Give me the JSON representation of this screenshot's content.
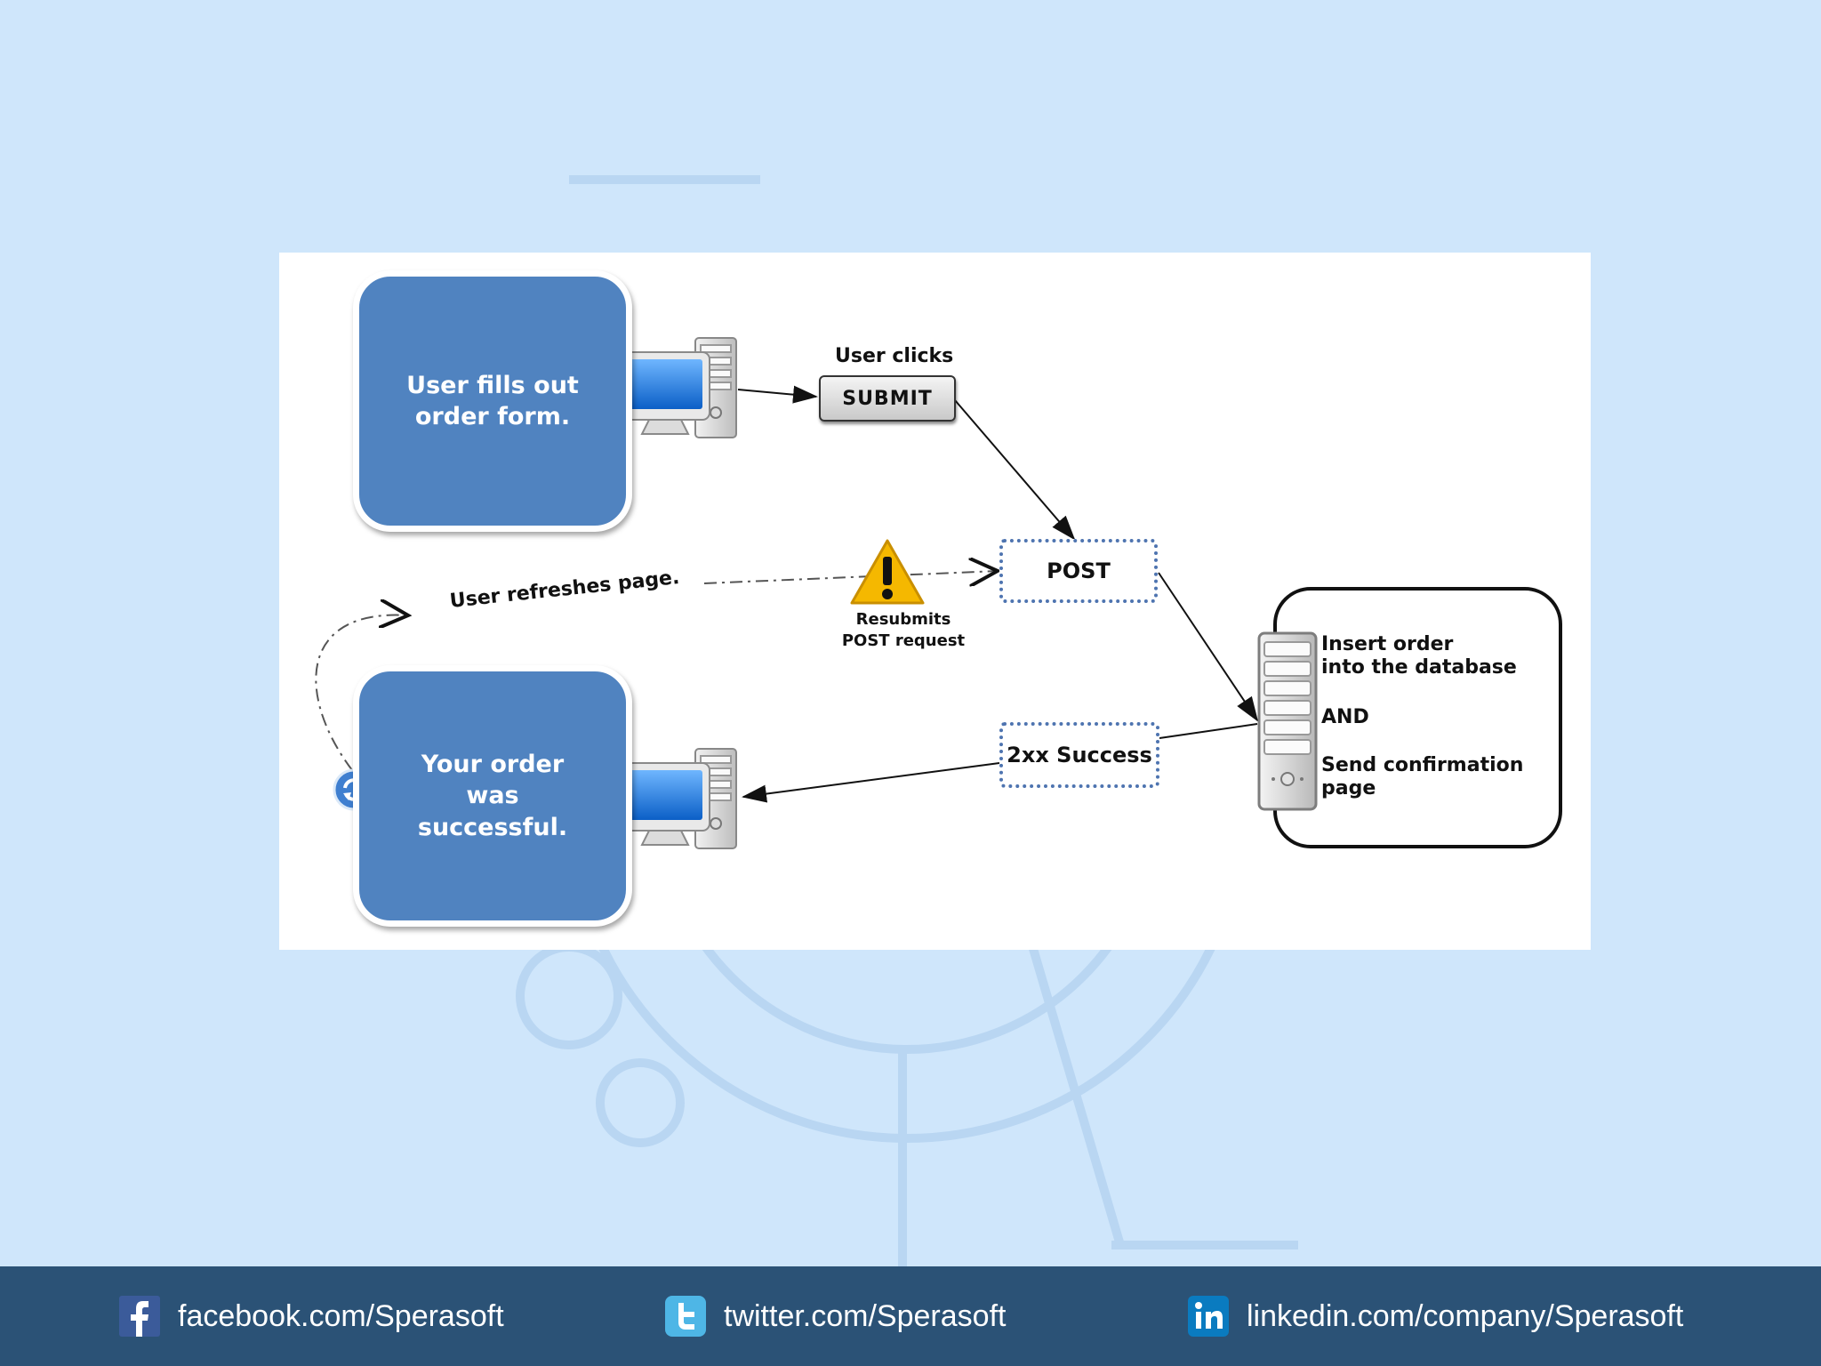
{
  "diagram": {
    "top_box": {
      "text": "User fills out order form."
    },
    "bottom_box": {
      "text": "Your order was successful."
    },
    "user_clicks": "User clicks",
    "submit_label": "SUBMIT",
    "post_label": "POST",
    "success_label": "2xx Success",
    "refresh_label": "User refreshes page.",
    "resubmit_line1": "Resubmits",
    "resubmit_line2": "POST request",
    "server_box": {
      "line1": "Insert order",
      "line2": "into the database",
      "and": "AND",
      "line3": "Send confirmation",
      "line4": "page"
    }
  },
  "footer": {
    "facebook": "facebook.com/Sperasoft",
    "twitter": "twitter.com/Sperasoft",
    "linkedin": "linkedin.com/company/Sperasoft"
  },
  "colors": {
    "background": "#cfe6fb",
    "box_blue": "#5083c0",
    "footer": "#2b5276",
    "dotted_border": "#4e74b0",
    "warning": "#f5b800"
  },
  "icons": [
    "computer-icon",
    "server-icon",
    "warning-icon",
    "refresh-icon",
    "facebook-icon",
    "twitter-icon",
    "linkedin-icon"
  ]
}
